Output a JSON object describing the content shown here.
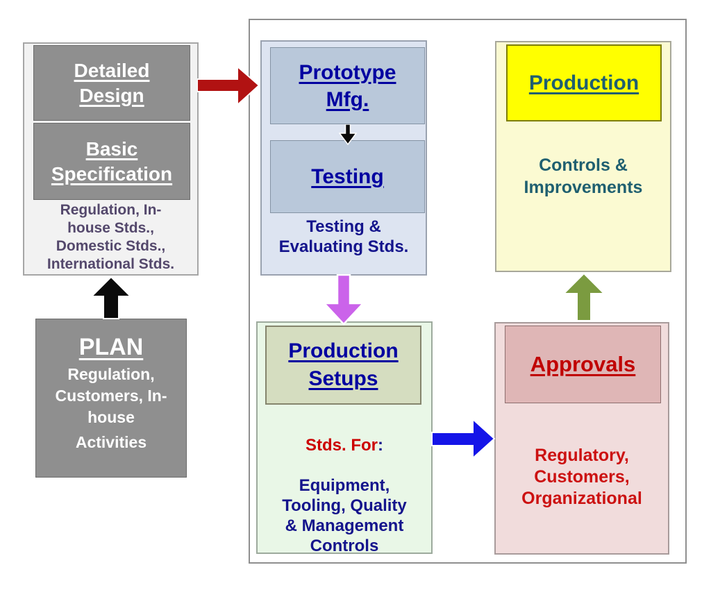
{
  "diagram": {
    "left_panel": {
      "box1_label": "Detailed\nDesign",
      "box2_label": "Basic\nSpecification",
      "note": [
        "Regulation, In-",
        "house Stds.,",
        "Domestic Stds.,",
        "International Stds."
      ]
    },
    "plan": {
      "title": "PLAN",
      "note": [
        "Regulation,",
        "Customers, In-",
        "house"
      ],
      "last_line": "Activities"
    },
    "prototype_panel": {
      "box1_label": "Prototype\nMfg.",
      "box2_label": "Testing",
      "note": [
        "Testing &",
        "Evaluating Stds."
      ]
    },
    "setups_panel": {
      "box_label": "Production\nSetups",
      "note_prefix": "Stds. For",
      "note_colon": ":",
      "note": [
        "Equipment,",
        "Tooling, Quality",
        "& Management",
        "Controls"
      ]
    },
    "approvals_panel": {
      "box_label": "Approvals",
      "note": [
        "Regulatory,",
        "Customers,",
        "Organizational"
      ]
    },
    "production_panel": {
      "box_label": "Production",
      "note": [
        "Controls &",
        "Improvements"
      ]
    }
  },
  "colors": {
    "red_arrow": "#b11212",
    "black_arrow": "#0b0b0b",
    "purple_arrow": "#cb63ea",
    "blue_arrow": "#1414e8",
    "olive_arrow": "#7b9b40",
    "arrow_outline": "#ffffff"
  }
}
